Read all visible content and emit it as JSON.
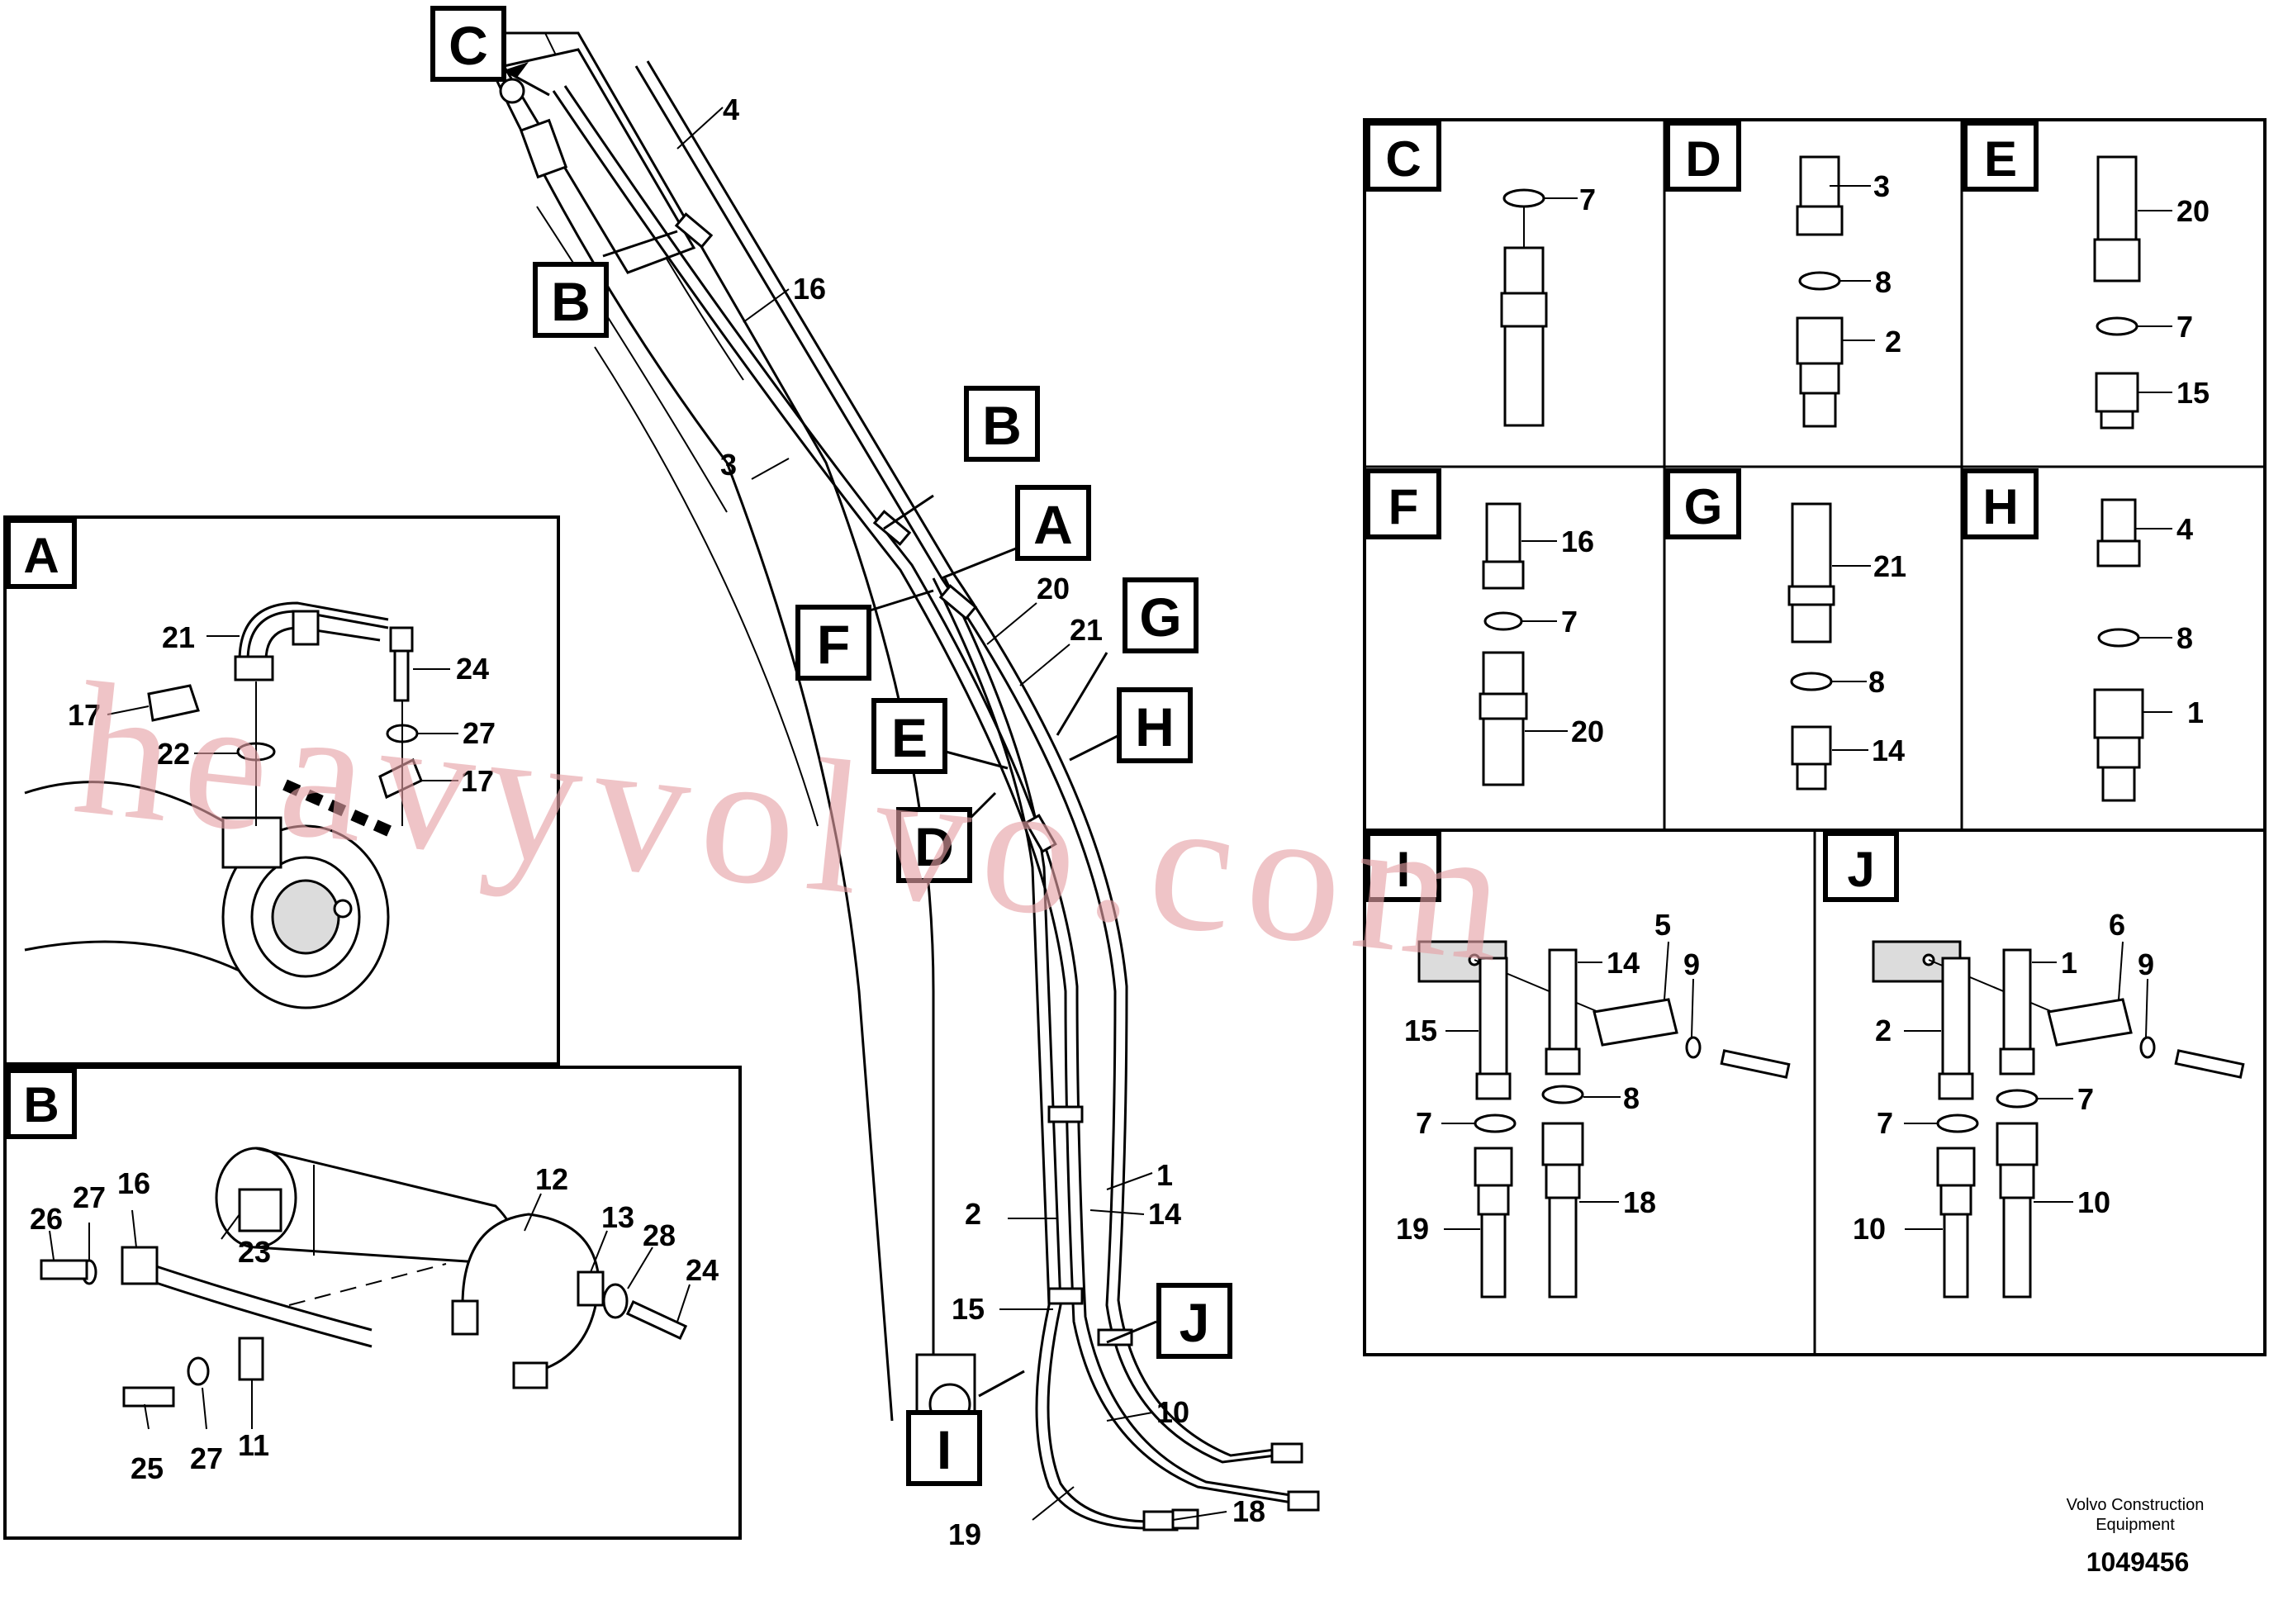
{
  "callouts": [
    "A",
    "B",
    "C",
    "D",
    "E",
    "F",
    "G",
    "H",
    "I",
    "J"
  ],
  "main_labels": {
    "n4": "4",
    "n16": "16",
    "n3": "3",
    "n20": "20",
    "n21": "21",
    "n1": "1",
    "n14": "14",
    "n2": "2",
    "n15": "15",
    "n10": "10",
    "n18": "18",
    "n19": "19"
  },
  "panel_A": {
    "title": "A",
    "labels": {
      "n21": "21",
      "n24": "24",
      "n17a": "17",
      "n27": "27",
      "n22": "22",
      "n17b": "17"
    }
  },
  "panel_B": {
    "title": "B",
    "labels": {
      "n26": "26",
      "n27a": "27",
      "n16": "16",
      "n23": "23",
      "n12": "12",
      "n13": "13",
      "n28": "28",
      "n24": "24",
      "n25": "25",
      "n27b": "27",
      "n11": "11"
    }
  },
  "panel_C": {
    "title": "C",
    "labels": {
      "n7": "7"
    }
  },
  "panel_D": {
    "title": "D",
    "labels": {
      "n3": "3",
      "n8": "8",
      "n2": "2"
    }
  },
  "panel_E": {
    "title": "E",
    "labels": {
      "n20": "20",
      "n7": "7",
      "n15": "15"
    }
  },
  "panel_F": {
    "title": "F",
    "labels": {
      "n16": "16",
      "n7": "7",
      "n20": "20"
    }
  },
  "panel_G": {
    "title": "G",
    "labels": {
      "n21": "21",
      "n8": "8",
      "n14": "14"
    }
  },
  "panel_H": {
    "title": "H",
    "labels": {
      "n4": "4",
      "n8": "8",
      "n1": "1"
    }
  },
  "panel_I": {
    "title": "I",
    "labels": {
      "n5": "5",
      "n14": "14",
      "n9": "9",
      "n15": "15",
      "n8": "8",
      "n7": "7",
      "n18": "18",
      "n19": "19"
    }
  },
  "panel_J": {
    "title": "J",
    "labels": {
      "n6": "6",
      "n1": "1",
      "n9": "9",
      "n2": "2",
      "n7a": "7",
      "n7b": "7",
      "n10a": "10",
      "n10b": "10"
    }
  },
  "watermark": "heavyvolvo.com",
  "footer": {
    "company_line1": "Volvo Construction",
    "company_line2": "Equipment",
    "drawing_number": "1049456"
  }
}
